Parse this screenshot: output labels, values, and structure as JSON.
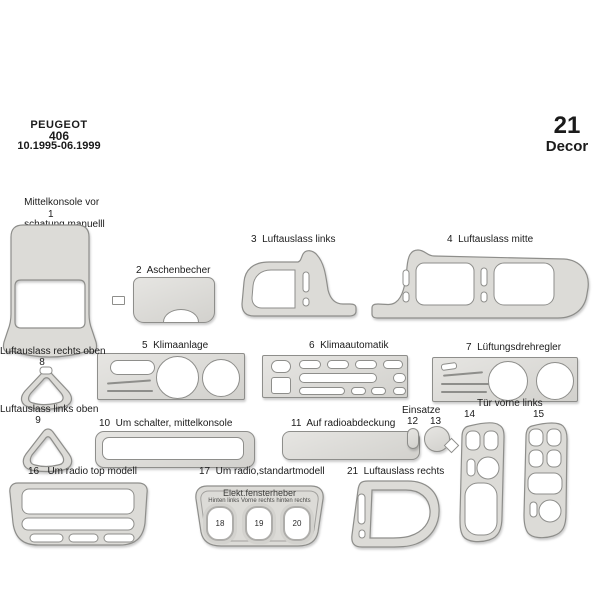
{
  "header": {
    "brand": "PEUGEOT",
    "model": "406",
    "date_range": "10.1995-06.1999",
    "decor_count": "21",
    "decor_label": "Decor"
  },
  "labels": {
    "part1_line1": "Mittelkonsole vor",
    "part1_line2": "schatung,manuelll",
    "part1_num": "1",
    "part2": "2  Aschenbecher",
    "part3": "3  Luftauslass links",
    "part4": "4  Luftauslass mitte",
    "part5": "5  Klimaanlage",
    "part6": "6  Klimaautomatik",
    "part7": "7  Lüftungsdrehregler",
    "part8_label": "Luftauslass rechts oben",
    "part8_num": "8",
    "part9_label": "Luftauslass links oben",
    "part9_num": "9",
    "part10": "10  Um schalter, mittelkonsole",
    "part11": "11  Auf radioabdeckung",
    "einsatze_label": "Einsatze",
    "einsatze_num12": "12",
    "einsatze_num13": "13",
    "tuer_label": "Tür vorne links",
    "tuer_num14": "14",
    "tuer_num15": "15",
    "part16": "16   Um radio top modell",
    "part17": "17  Um radio,standartmodell",
    "part21": "21  Luftauslass rechts"
  },
  "part17_panel": {
    "title": "Elekt.fensterheber",
    "subtitle": "Hinten links  Vorne rechts hinten rechts",
    "buttons": [
      "18",
      "19",
      "20"
    ]
  },
  "colors": {
    "part_fill": "#dcdbd7",
    "part_stroke": "#8e8e8b",
    "text": "#1b1b1b",
    "background": "#ffffff"
  }
}
